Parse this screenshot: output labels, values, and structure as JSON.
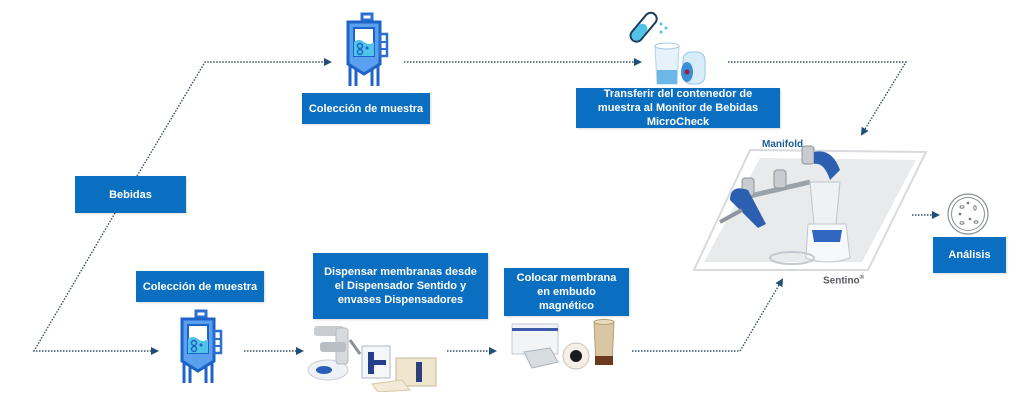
{
  "diagram": {
    "title": "Beverage microbiological testing workflow",
    "colors": {
      "box_fill": "#0b6fc1",
      "box_text": "#ffffff",
      "arrow": "#1f4e79",
      "icon_blue": "#2b7de0",
      "icon_light": "#4fc3e8",
      "manifold_label": "#1d5e96"
    },
    "start_node": {
      "label": "Bebidas"
    },
    "top_path": {
      "steps": [
        {
          "label": "Colección de muestra",
          "icon": "fermentation-tank-icon"
        },
        {
          "label": "Transferir del contenedor de muestra al Monitor de Bebidas MicroCheck",
          "icon": "test-tube-and-monitor-icon"
        }
      ]
    },
    "bottom_path": {
      "steps": [
        {
          "label": "Colección de muestra",
          "icon": "fermentation-tank-icon"
        },
        {
          "label": "Dispensar membranas desde el Dispensador Sentido y envases Dispensadores",
          "icon": "membrane-dispenser-image"
        },
        {
          "label": "Colocar membrana en embudo magnético",
          "icon": "magnetic-funnel-image"
        }
      ]
    },
    "filtration": {
      "manifold_label": "Manifold",
      "pump_label": "Sentino",
      "pump_mark": "®"
    },
    "end_node": {
      "label": "Análisis",
      "icon": "petri-dish-icon"
    }
  }
}
